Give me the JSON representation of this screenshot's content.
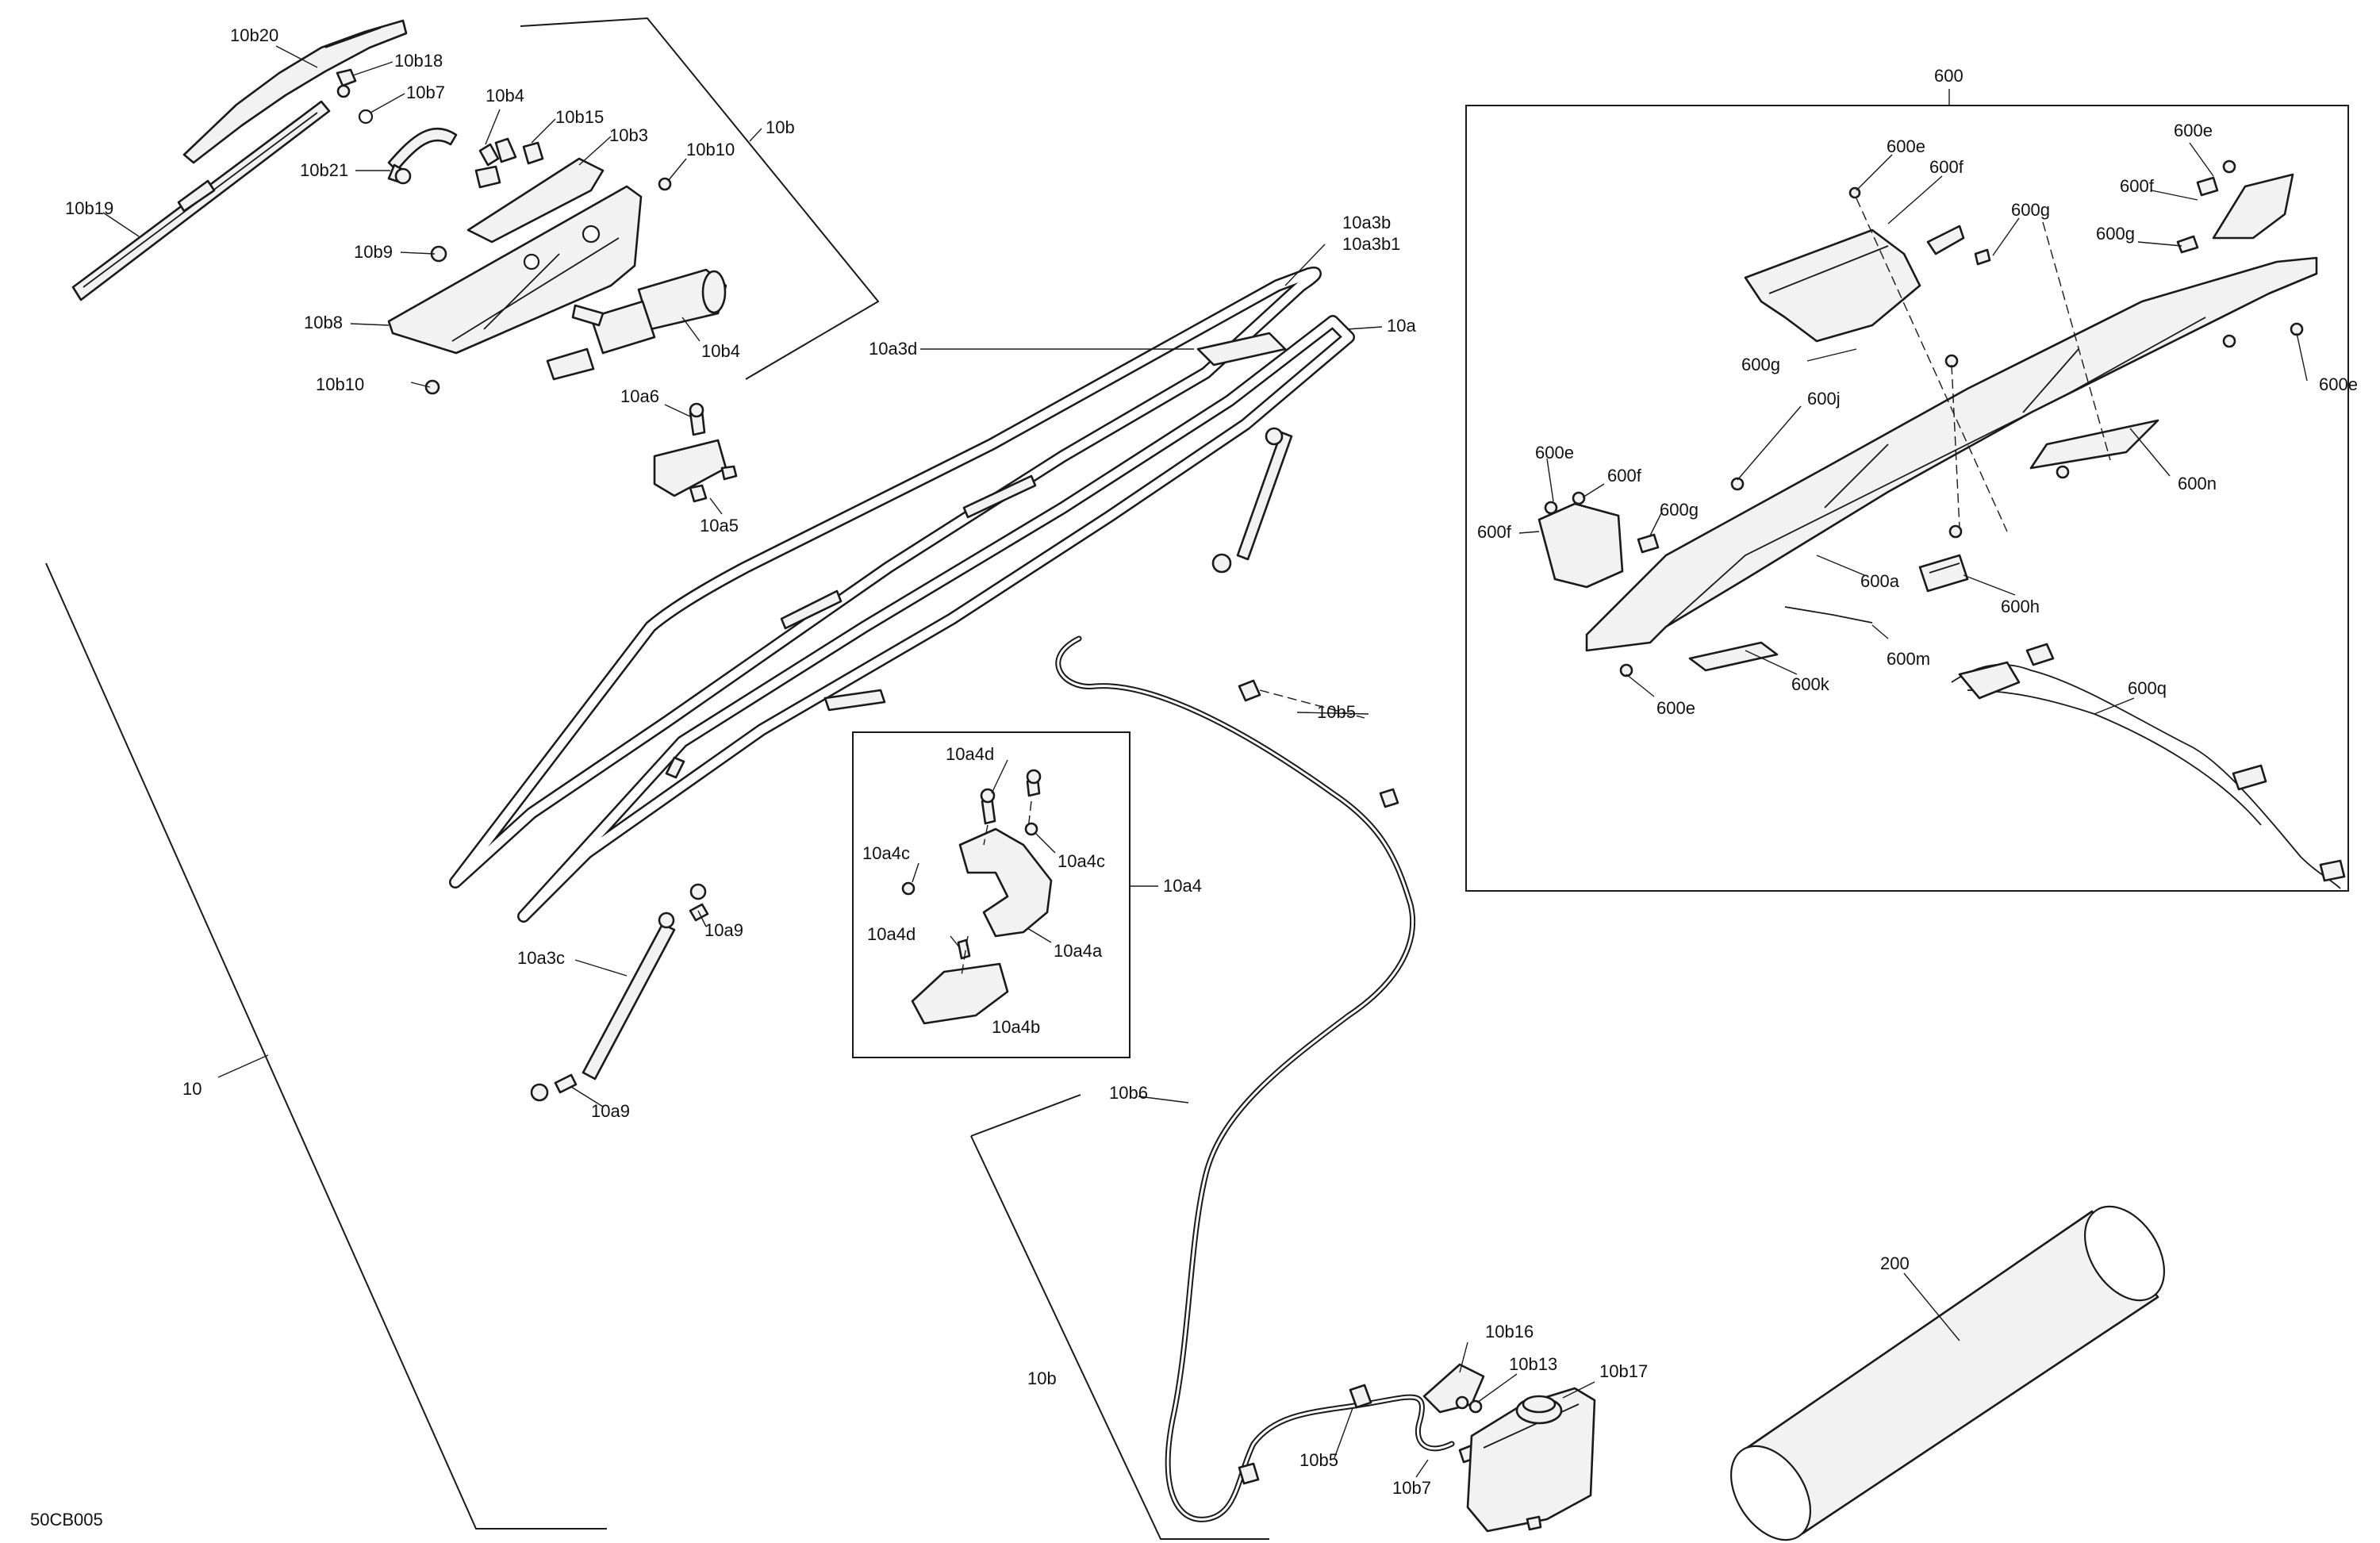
{
  "diagram_code": "50CB005",
  "callouts": {
    "c10": "10",
    "c10b_top": "10b",
    "c10b_bottom": "10b",
    "c10b20": "10b20",
    "c10b18": "10b18",
    "c10b7_top": "10b7",
    "c10b4_top": "10b4",
    "c10b15": "10b15",
    "c10b3": "10b3",
    "c10b10_top": "10b10",
    "c10b21": "10b21",
    "c10b19": "10b19",
    "c10b9": "10b9",
    "c10b8": "10b8",
    "c10b4_motor": "10b4",
    "c10b10_bottom": "10b10",
    "c10a3b": "10a3b",
    "c10a3b1": "10a3b1",
    "c10a": "10a",
    "c10a3d": "10a3d",
    "c10a6": "10a6",
    "c10a5": "10a5",
    "c10b5_top": "10b5",
    "c10b5_bottom": "10b5",
    "c10a4": "10a4",
    "c10a4d_top": "10a4d",
    "c10a4c_left": "10a4c",
    "c10a4c_right": "10a4c",
    "c10a4d_bottom": "10a4d",
    "c10a4a": "10a4a",
    "c10a4b": "10a4b",
    "c10a9_top": "10a9",
    "c10a3c": "10a3c",
    "c10a9_bottom": "10a9",
    "c10b6": "10b6",
    "c10b16": "10b16",
    "c10b13": "10b13",
    "c10b17": "10b17",
    "c10b7_bottom": "10b7",
    "c200": "200",
    "c600": "600",
    "c600e_1": "600e",
    "c600f_1": "600f",
    "c600g_1": "600g",
    "c600e_2": "600e",
    "c600f_2": "600f",
    "c600g_2": "600g",
    "c600g_3": "600g",
    "c600e_3": "600e",
    "c600j": "600j",
    "c600n": "600n",
    "c600e_4": "600e",
    "c600f_3": "600f",
    "c600g_4": "600g",
    "c600f_4": "600f",
    "c600a": "600a",
    "c600h": "600h",
    "c600m": "600m",
    "c600k": "600k",
    "c600e_5": "600e",
    "c600q": "600q"
  }
}
